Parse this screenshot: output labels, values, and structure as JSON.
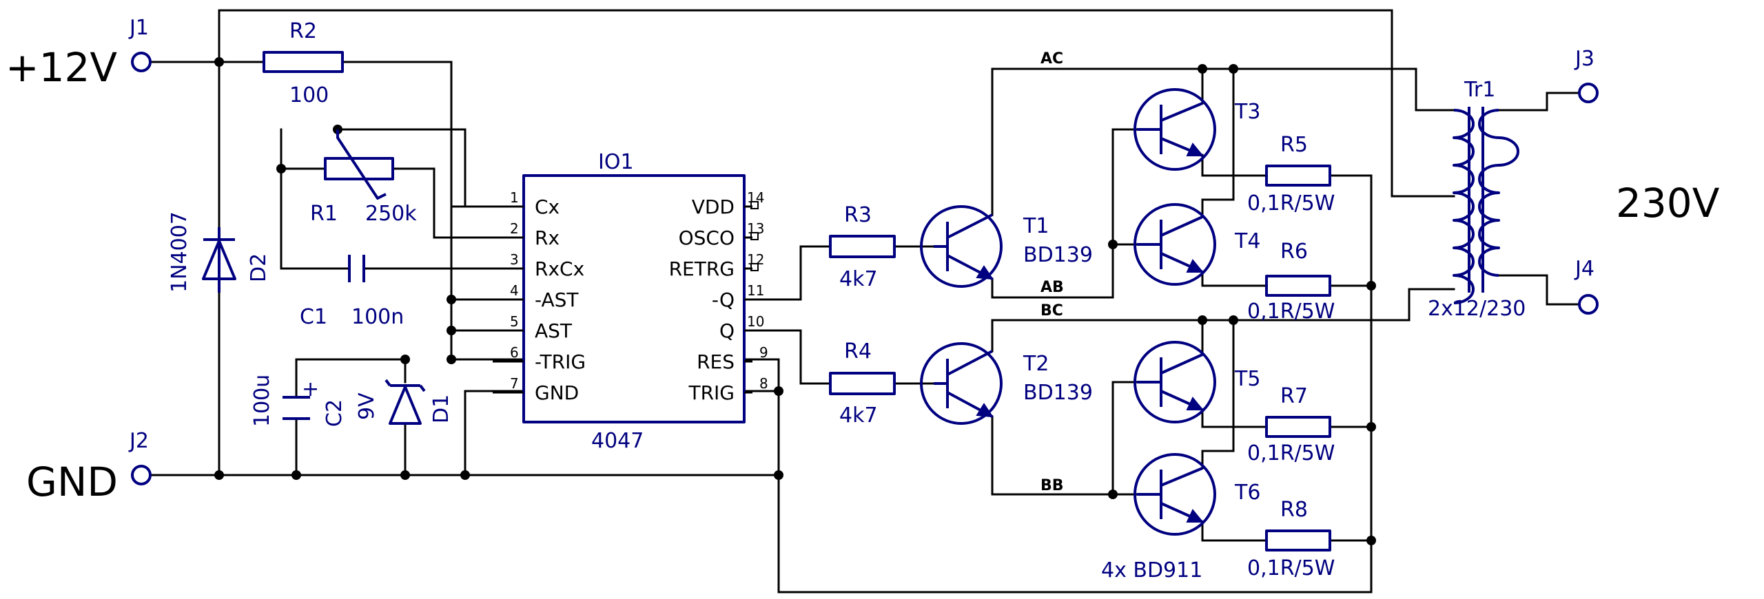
{
  "labels": {
    "supply": "+12V",
    "gnd": "GND",
    "output": "230V",
    "j1": "J1",
    "j2": "J2",
    "j3": "J3",
    "j4": "J4",
    "r2": "R2",
    "r2_val": "100",
    "r1": "R1",
    "r1_val": "250k",
    "c1": "C1",
    "c1_val": "100n",
    "c2": "C2",
    "c2_val": "100u",
    "d1": "D1",
    "d1_val": "9V",
    "d2": "D2",
    "d2_val": "1N4007",
    "ic": "IO1",
    "ic_part": "4047",
    "r3": "R3",
    "r3_val": "4k7",
    "r4": "R4",
    "r4_val": "4k7",
    "t1": "T1",
    "t1_val": "BD139",
    "t2": "T2",
    "t2_val": "BD139",
    "t3": "T3",
    "t4": "T4",
    "t5": "T5",
    "t6": "T6",
    "t_note": "4x BD911",
    "r5": "R5",
    "r6": "R6",
    "r7": "R7",
    "r8": "R8",
    "r_emitter_val": "0,1R/5W",
    "tr": "Tr1",
    "tr_val": "2x12/230",
    "net_ac": "AC",
    "net_ab": "AB",
    "net_bc": "BC",
    "net_bb": "BB",
    "plus": "+"
  },
  "ic_pins": {
    "left": [
      {
        "num": "1",
        "name": "Cx"
      },
      {
        "num": "2",
        "name": "Rx"
      },
      {
        "num": "3",
        "name": "RxCx"
      },
      {
        "num": "4",
        "name": "-AST"
      },
      {
        "num": "5",
        "name": "AST"
      },
      {
        "num": "6",
        "name": "-TRIG"
      },
      {
        "num": "7",
        "name": "GND"
      }
    ],
    "right": [
      {
        "num": "14",
        "name": "VDD"
      },
      {
        "num": "13",
        "name": "OSCO"
      },
      {
        "num": "12",
        "name": "RETRG"
      },
      {
        "num": "11",
        "name": "-Q"
      },
      {
        "num": "10",
        "name": "Q"
      },
      {
        "num": "9",
        "name": "RES"
      },
      {
        "num": "8",
        "name": "TRIG"
      }
    ]
  },
  "colors": {
    "symbol": "#000080",
    "wire": "#000000",
    "background": "#ffffff"
  }
}
